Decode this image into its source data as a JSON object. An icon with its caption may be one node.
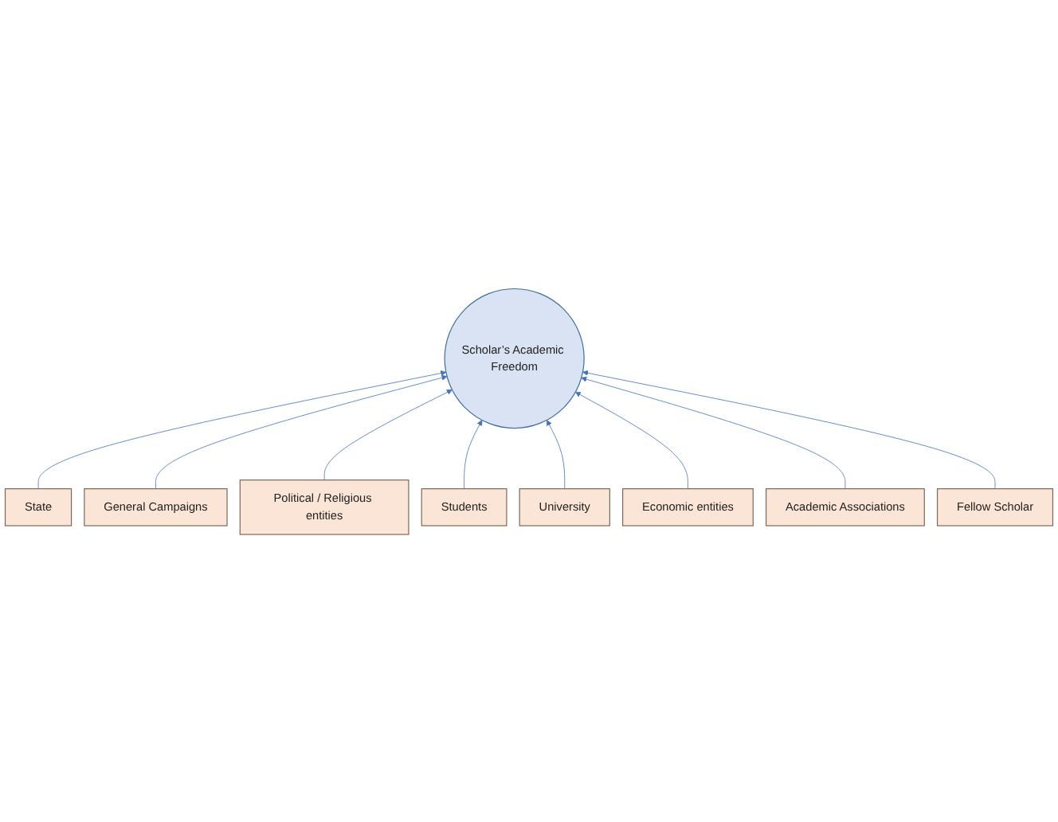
{
  "diagram": {
    "nodes": [
      {
        "text": [
          "State"
        ]
      },
      {
        "text": [
          "General Campaigns"
        ]
      },
      {
        "text": [
          "Political / Religious entities"
        ]
      },
      {
        "text": [
          "Students"
        ]
      },
      {
        "text": [
          "Scholar’s Academic Freedom"
        ]
      },
      {
        "text": [
          "University"
        ]
      },
      {
        "text": [
          "Economic entities"
        ]
      },
      {
        "text": [
          "Academic Associations"
        ]
      },
      {
        "text": [
          "Fellow Scholar"
        ]
      }
    ],
    "edges": [
      {
        "from": 0,
        "to": 4,
        "arrow": "to"
      },
      {
        "from": 1,
        "to": 4,
        "arrow": "to"
      },
      {
        "from": 2,
        "to": 4,
        "arrow": "to"
      },
      {
        "from": 3,
        "to": 4,
        "arrow": "to"
      },
      {
        "from": 5,
        "to": 4,
        "arrow": "to"
      },
      {
        "from": 6,
        "to": 4,
        "arrow": "to"
      },
      {
        "from": 7,
        "to": 4,
        "arrow": "to"
      },
      {
        "from": 8,
        "to": 4,
        "arrow": "to"
      }
    ]
  }
}
